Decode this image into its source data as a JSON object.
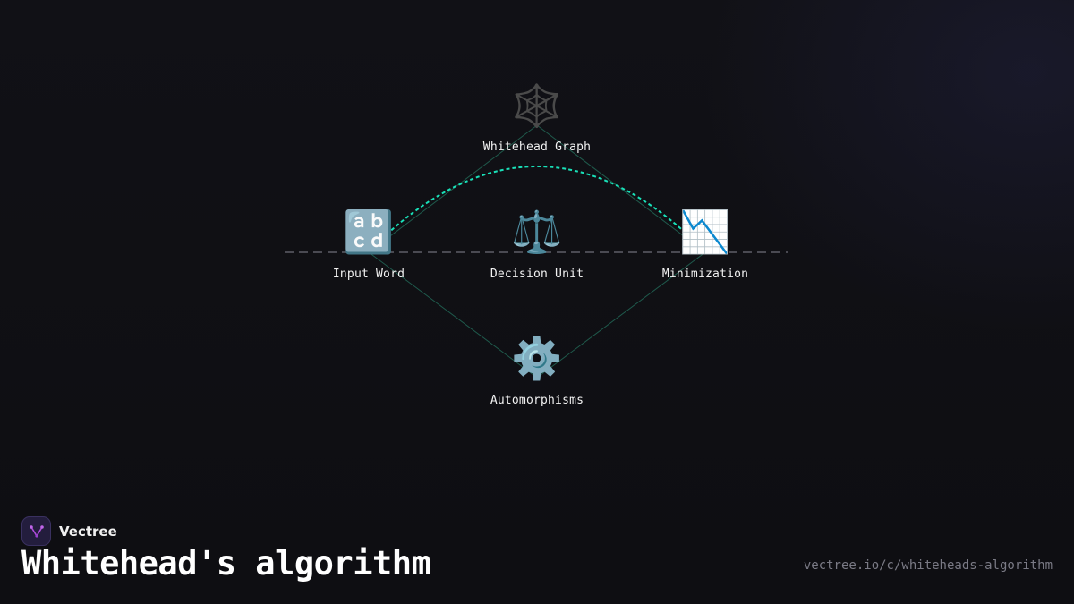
{
  "diagram": {
    "nodes": [
      {
        "id": "whitehead-graph",
        "label": "Whitehead Graph",
        "icon": "spider-web-icon",
        "glyph": "🕸️"
      },
      {
        "id": "input-word",
        "label": "Input Word",
        "icon": "abcd-icon",
        "glyph": "🔡"
      },
      {
        "id": "decision-unit",
        "label": "Decision Unit",
        "icon": "balance-scale-icon",
        "glyph": "⚖️"
      },
      {
        "id": "minimization",
        "label": "Minimization",
        "icon": "chart-decreasing-icon",
        "glyph": "📉"
      },
      {
        "id": "automorphisms",
        "label": "Automorphisms",
        "icon": "gear-icon",
        "glyph": "⚙️"
      }
    ],
    "colors": {
      "edge": "#1f5a4c",
      "dashed_arc": "#19e0b8",
      "baseline": "#4a4a52"
    }
  },
  "brand": {
    "name": "Vectree",
    "logo_color": "#b04ddb"
  },
  "footer": {
    "title": "Whitehead's algorithm",
    "url": "vectree.io/c/whiteheads-algorithm"
  }
}
